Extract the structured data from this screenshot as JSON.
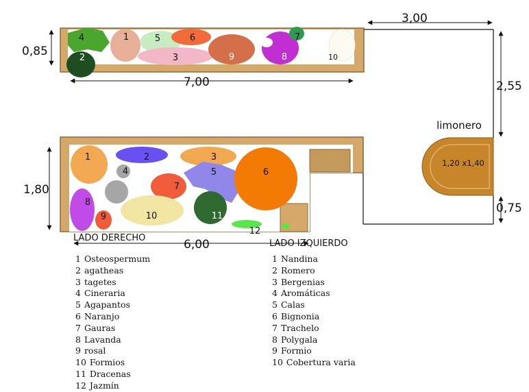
{
  "dimensions": {
    "top_width": "7,00",
    "top_height": "0,85",
    "right_top_width": "3,00",
    "right_side_height": "2,55",
    "bottom_width": "6,00",
    "bottom_height": "1,80",
    "lower_right_height": "0,75"
  },
  "limonero": {
    "label": "limonero",
    "size": "1,20 x1,40"
  },
  "plant_numbers": {
    "top": [
      "4",
      "2",
      "1",
      "5",
      "6",
      "3",
      "9",
      "8",
      "7",
      "10"
    ],
    "bottom": [
      "1",
      "2",
      "3",
      "4",
      "5",
      "6",
      "7",
      "8",
      "9",
      "10",
      "11",
      "12"
    ]
  },
  "colors": {
    "wood": "#d4a868",
    "wood_border": "#8a6a3a",
    "limonero": "#c8862a"
  },
  "legend_right": {
    "title": "LADO DERECHO",
    "items": [
      {
        "n": "1",
        "name": "Osteospermum"
      },
      {
        "n": "2",
        "name": "agatheas"
      },
      {
        "n": "3",
        "name": "tagetes"
      },
      {
        "n": "4",
        "name": "Cineraria"
      },
      {
        "n": "5",
        "name": "Agapantos"
      },
      {
        "n": "6",
        "name": "Naranjo"
      },
      {
        "n": "7",
        "name": "Gauras"
      },
      {
        "n": "8",
        "name": "Lavanda"
      },
      {
        "n": "9",
        "name": "rosal"
      },
      {
        "n": "10",
        "name": "Formios"
      },
      {
        "n": "11",
        "name": "Dracenas"
      },
      {
        "n": "12",
        "name": "Jazmín"
      }
    ]
  },
  "legend_left": {
    "title": "LADO IZQUIERDO",
    "items": [
      {
        "n": "1",
        "name": "Nandina"
      },
      {
        "n": "2",
        "name": "Romero"
      },
      {
        "n": "3",
        "name": "Bergenias"
      },
      {
        "n": "4",
        "name": "Aromáticas"
      },
      {
        "n": "5",
        "name": "Calas"
      },
      {
        "n": "6",
        "name": "Bignonia"
      },
      {
        "n": "7",
        "name": "Trachelo"
      },
      {
        "n": "8",
        "name": "Polygala"
      },
      {
        "n": "9",
        "name": "Formio"
      },
      {
        "n": "10",
        "name": "Cobertura varia"
      }
    ]
  }
}
